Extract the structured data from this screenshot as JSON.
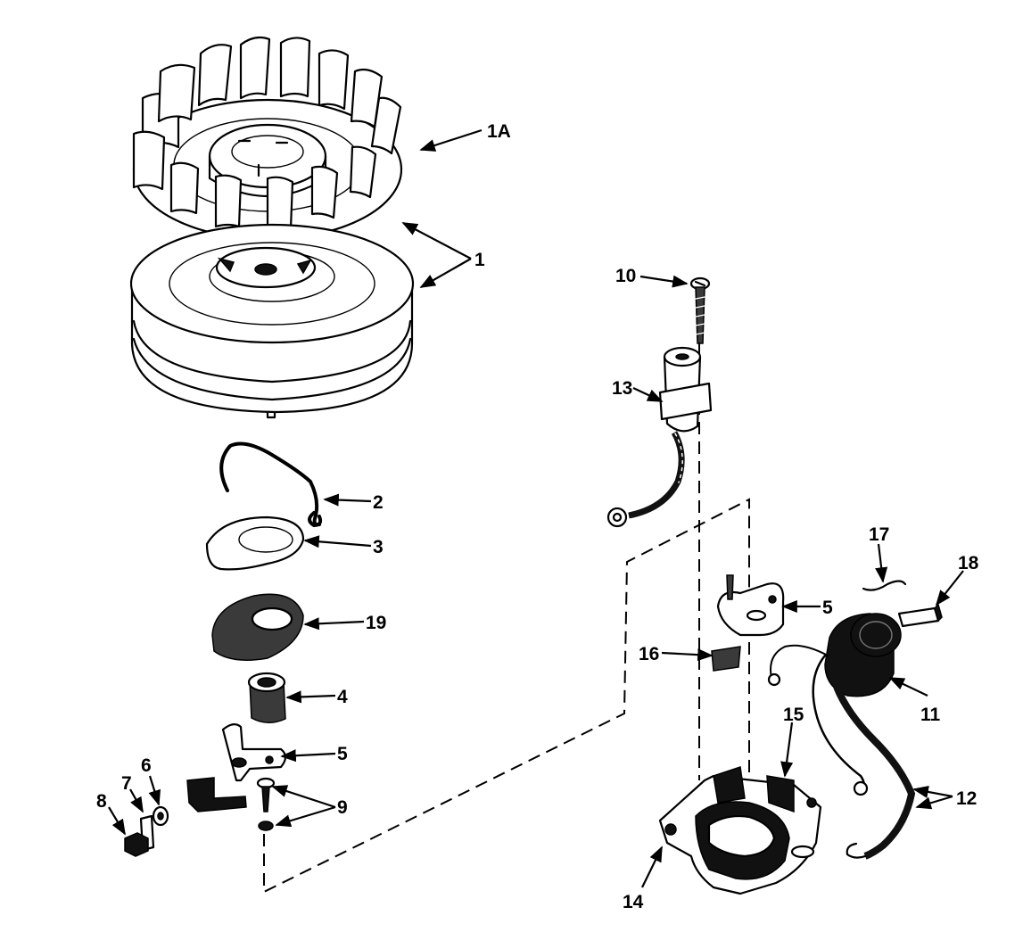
{
  "callouts": {
    "c1a": "1A",
    "c1": "1",
    "c2": "2",
    "c3": "3",
    "c19": "19",
    "c4": "4",
    "c5a": "5",
    "c6": "6",
    "c7": "7",
    "c8": "8",
    "c9": "9",
    "c10": "10",
    "c13": "13",
    "c17": "17",
    "c18": "18",
    "c5b": "5",
    "c16": "16",
    "c11": "11",
    "c15": "15",
    "c12": "12",
    "c14": "14"
  }
}
